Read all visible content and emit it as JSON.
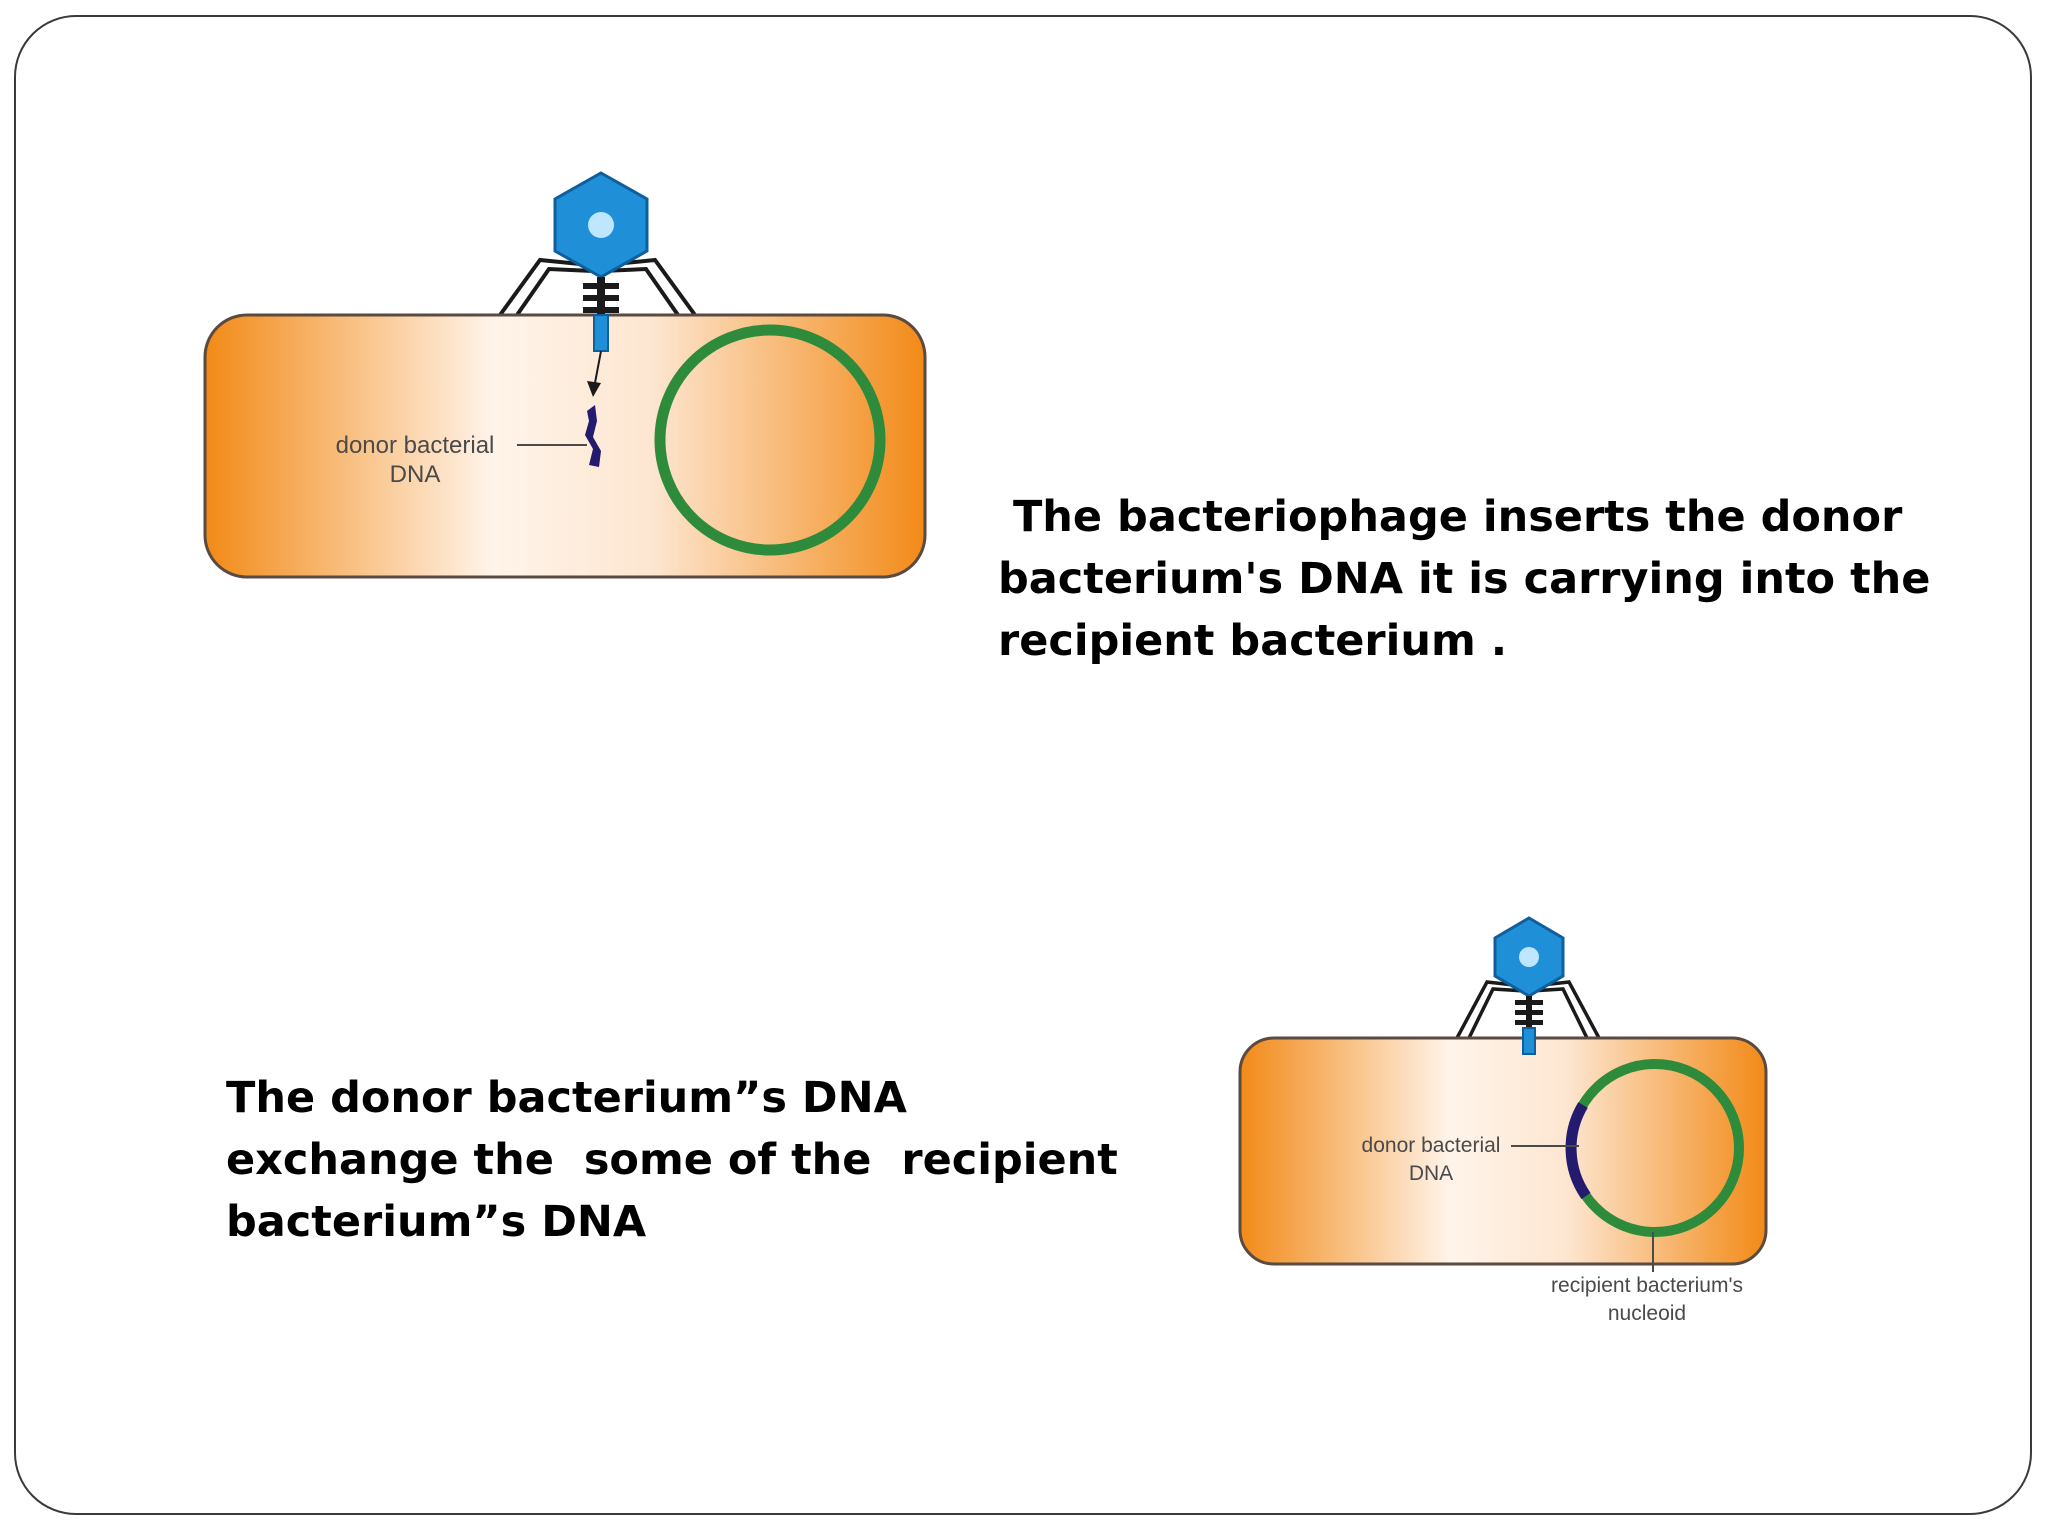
{
  "colors": {
    "cell_edge": "#f28a17",
    "cell_center": "#fff4ea",
    "cell_outline": "#5a4a40",
    "nucleoid": "#2e8b3c",
    "donor_dna": "#241a6e",
    "phage_head": "#1f8fd8",
    "phage_dark": "#1a1a1a"
  },
  "panel1": {
    "label_line1": "donor bacterial",
    "label_line2": "DNA"
  },
  "panel2": {
    "label_line1": "donor bacterial",
    "label_line2": "DNA",
    "nucleoid_line1": "recipient bacterium's",
    "nucleoid_line2": "nucleoid"
  },
  "caption_top": {
    "lines": [
      " The bacteriophage inserts the donor",
      "bacterium's DNA it is carrying into the",
      "recipient bacterium ."
    ]
  },
  "caption_bottom": {
    "lines": [
      "The donor bacterium”s DNA",
      "exchange the  some of the  recipient",
      "bacterium”s DNA"
    ]
  }
}
